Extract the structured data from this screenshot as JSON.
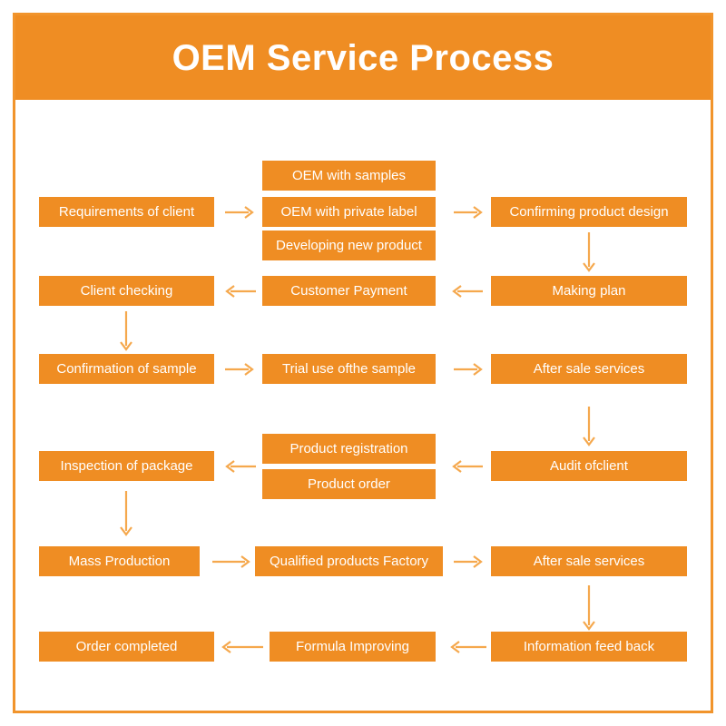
{
  "header": {
    "title": "OEM Service Process"
  },
  "colors": {
    "box_fill": "#EF8D23",
    "header_fill": "#EF8D23",
    "frame_border": "#F1942C",
    "arrow": "#F5A84D",
    "box_text": "#FFFFFF",
    "canvas": "#FFFFFF"
  },
  "chart_data": {
    "type": "diagram",
    "diagram_kind": "process-flowchart",
    "title": "OEM Service Process",
    "nodes": [
      {
        "id": "n1",
        "label": "Requirements of client",
        "row": 1,
        "column": "left"
      },
      {
        "id": "n2a",
        "label": "OEM with samples",
        "row": 1,
        "column": "middle"
      },
      {
        "id": "n2b",
        "label": "OEM with private label",
        "row": 1,
        "column": "middle"
      },
      {
        "id": "n2c",
        "label": "Developing new product",
        "row": 1,
        "column": "middle"
      },
      {
        "id": "n3",
        "label": "Confirming product design",
        "row": 1,
        "column": "right"
      },
      {
        "id": "n4",
        "label": "Making plan",
        "row": 2,
        "column": "right"
      },
      {
        "id": "n5",
        "label": "Customer Payment",
        "row": 2,
        "column": "middle"
      },
      {
        "id": "n6",
        "label": "Client checking",
        "row": 2,
        "column": "left"
      },
      {
        "id": "n7",
        "label": "Confirmation of sample",
        "row": 3,
        "column": "left"
      },
      {
        "id": "n8",
        "label": "Trial use ofthe sample",
        "row": 3,
        "column": "middle"
      },
      {
        "id": "n9",
        "label": "After sale services",
        "row": 3,
        "column": "right"
      },
      {
        "id": "n10",
        "label": "Audit ofclient",
        "row": 4,
        "column": "right"
      },
      {
        "id": "n11a",
        "label": "Product registration",
        "row": 4,
        "column": "middle"
      },
      {
        "id": "n11b",
        "label": "Product order",
        "row": 4,
        "column": "middle"
      },
      {
        "id": "n12",
        "label": "Inspection of package",
        "row": 4,
        "column": "left"
      },
      {
        "id": "n13",
        "label": "Mass Production",
        "row": 5,
        "column": "left"
      },
      {
        "id": "n14",
        "label": "Qualified products Factory",
        "row": 5,
        "column": "middle"
      },
      {
        "id": "n15",
        "label": "After sale services",
        "row": 5,
        "column": "right"
      },
      {
        "id": "n16",
        "label": "Information feed back",
        "row": 6,
        "column": "right"
      },
      {
        "id": "n17",
        "label": "Formula Improving",
        "row": 6,
        "column": "middle"
      },
      {
        "id": "n18",
        "label": "Order completed",
        "row": 6,
        "column": "left"
      }
    ],
    "edges": [
      {
        "from": "n1",
        "to": "n2b",
        "direction": "right"
      },
      {
        "from": "n2b",
        "to": "n3",
        "direction": "right"
      },
      {
        "from": "n3",
        "to": "n4",
        "direction": "down"
      },
      {
        "from": "n4",
        "to": "n5",
        "direction": "left"
      },
      {
        "from": "n5",
        "to": "n6",
        "direction": "left"
      },
      {
        "from": "n6",
        "to": "n7",
        "direction": "down"
      },
      {
        "from": "n7",
        "to": "n8",
        "direction": "right"
      },
      {
        "from": "n8",
        "to": "n9",
        "direction": "right"
      },
      {
        "from": "n9",
        "to": "n10",
        "direction": "down"
      },
      {
        "from": "n10",
        "to": "n11a",
        "direction": "left"
      },
      {
        "from": "n11a",
        "to": "n12",
        "direction": "left"
      },
      {
        "from": "n12",
        "to": "n13",
        "direction": "down"
      },
      {
        "from": "n13",
        "to": "n14",
        "direction": "right"
      },
      {
        "from": "n14",
        "to": "n15",
        "direction": "right"
      },
      {
        "from": "n15",
        "to": "n16",
        "direction": "down"
      },
      {
        "from": "n16",
        "to": "n17",
        "direction": "left"
      },
      {
        "from": "n17",
        "to": "n18",
        "direction": "left"
      }
    ]
  }
}
